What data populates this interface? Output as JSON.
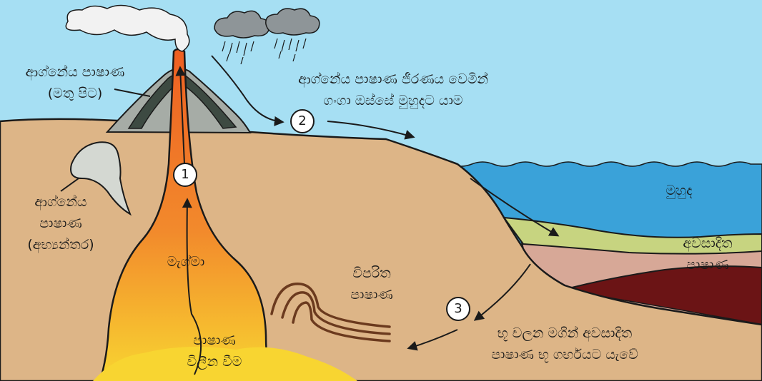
{
  "colors": {
    "sky": "#a6dff3",
    "ground": "#ddb587",
    "ocean": "#3aa2d9",
    "magma_top": "#ef6a25",
    "magma_bottom": "#f8d531",
    "sediment_green": "#c7d480",
    "sediment_pink": "#d7a897",
    "sediment_dark": "#6b1415",
    "volcano_gray": "#a6aca6",
    "volcano_dark": "#3d4a42",
    "cloud": "#f2f2f2"
  },
  "labels": {
    "igneous_surface": [
      "ආග්නේය පාෂාණ",
      "(මතු පිට)"
    ],
    "igneous_intrusive": [
      "ආග්නේය",
      "පාෂාණ",
      "(අභ්‍යන්තර)"
    ],
    "weathering": [
      "ආග්නේය පාෂාණ ජීරණය වෙමින්",
      "ගංගා ඔස්සේ මුහුදට යාම"
    ],
    "sea": "මුහුද",
    "sedimentary": [
      "අවසාදිත",
      "පාෂාණ"
    ],
    "metamorphic": [
      "විපරිත",
      "පාෂාණ"
    ],
    "magma": "මැග්මා",
    "melting": [
      "පාෂාණ",
      "විලීන වීම"
    ],
    "subduction": [
      "භූ චලන මගින් අවසාදිත",
      "පාෂාණ භූ ගර්භයට යැවේ"
    ]
  },
  "steps": [
    "1",
    "2",
    "3"
  ]
}
